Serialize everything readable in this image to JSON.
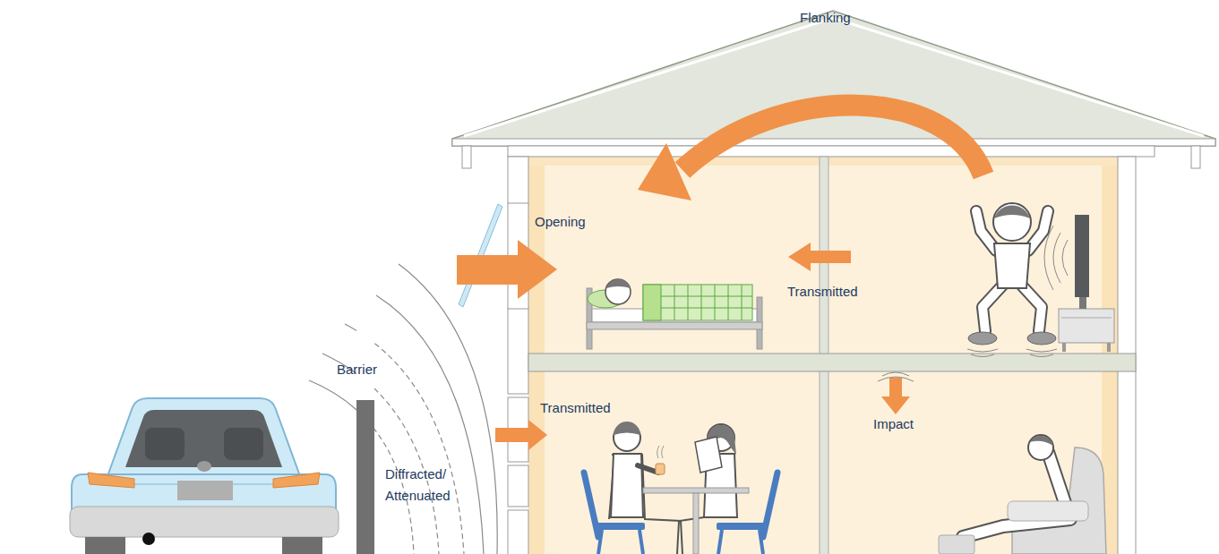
{
  "diagram": {
    "labels": [
      "Flanking",
      "Opening",
      "Transmitted",
      "Barrier",
      "Transmitted",
      "Diffracted/ Attenuated",
      "Impact"
    ]
  }
}
